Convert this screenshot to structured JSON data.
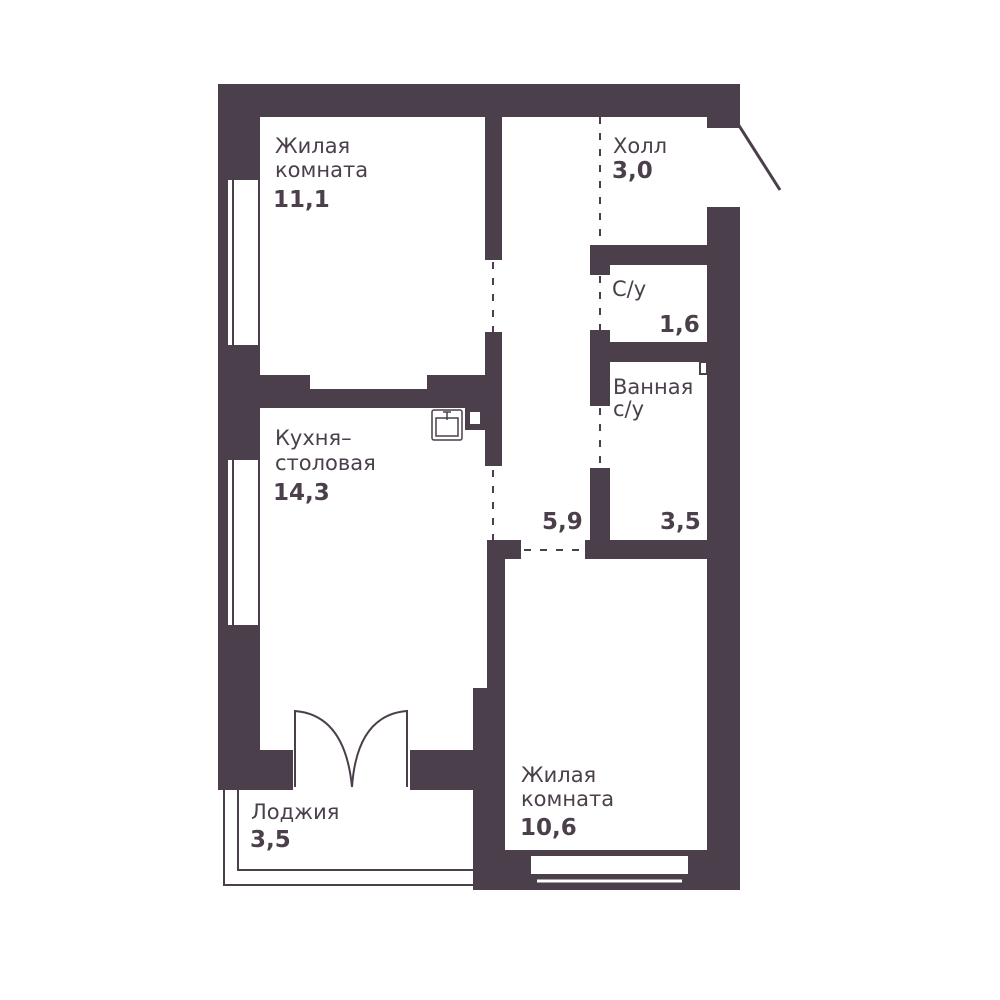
{
  "colors": {
    "wall": "#4a3f4b",
    "background": "#ffffff"
  },
  "rooms": [
    {
      "id": "bedroom1",
      "name": "Жилая\nкомната",
      "area": "11,1"
    },
    {
      "id": "hall",
      "name": "Холл",
      "area": "3,0"
    },
    {
      "id": "wc",
      "name": "С/у",
      "area": "1,6"
    },
    {
      "id": "bathroom",
      "name": "Ванная\nс/у",
      "area": "3,5"
    },
    {
      "id": "kitchen",
      "name": "Кухня–\nстоловая",
      "area": "14,3"
    },
    {
      "id": "corridor",
      "name": "",
      "area": "5,9"
    },
    {
      "id": "loggia",
      "name": "Лоджия",
      "area": "3,5"
    },
    {
      "id": "bedroom2",
      "name": "Жилая\nкомната",
      "area": "10,6"
    }
  ],
  "icons": {
    "sink": "sink-icon",
    "door": "door-swing-icon",
    "window": "window-icon"
  }
}
